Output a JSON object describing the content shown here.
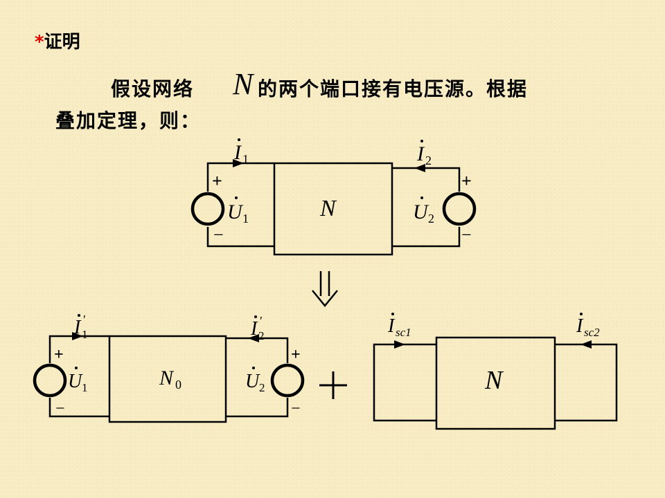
{
  "heading": {
    "star": "*",
    "title": "证明"
  },
  "paragraph": {
    "part1": "假设网络",
    "symbol": "N",
    "part2": "的两个端口接有电压源。根据",
    "part3": "叠加定理，则："
  },
  "top_circuit": {
    "network": "N",
    "current_left": {
      "base": "I",
      "sub": "1"
    },
    "current_right": {
      "base": "I",
      "sub": "2"
    },
    "voltage_left": {
      "base": "U",
      "sub": "1"
    },
    "voltage_right": {
      "base": "U",
      "sub": "2"
    },
    "plus": "+",
    "minus": "−"
  },
  "arrow_symbol": "⇓",
  "bottom_left_circuit": {
    "network_base": "N",
    "network_sub": "0",
    "current_left": {
      "base": "I",
      "sub": "1",
      "prime": "′"
    },
    "current_right": {
      "base": "I",
      "sub": "2",
      "prime": "′"
    },
    "voltage_left": {
      "base": "U",
      "sub": "1"
    },
    "voltage_right": {
      "base": "U",
      "sub": "2"
    },
    "plus": "+",
    "minus": "−"
  },
  "plus_operator": "+",
  "bottom_right_circuit": {
    "network": "N",
    "current_left": {
      "base": "I",
      "sub": "sc1"
    },
    "current_right": {
      "base": "I",
      "sub": "sc2"
    }
  }
}
